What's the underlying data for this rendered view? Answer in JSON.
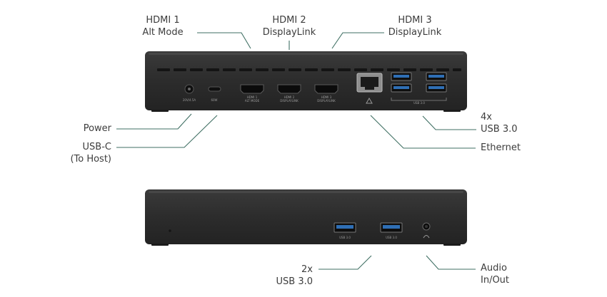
{
  "labels": {
    "hdmi1": {
      "line1": "HDMI 1",
      "line2": "Alt Mode"
    },
    "hdmi2": {
      "line1": "HDMI 2",
      "line2": "DisplayLink"
    },
    "hdmi3": {
      "line1": "HDMI 3",
      "line2": "DisplayLink"
    },
    "power": "Power",
    "usbc": {
      "line1": "USB-C",
      "line2": "(To Host)"
    },
    "usb3_rear": {
      "line1": "4x",
      "line2": "USB 3.0"
    },
    "ethernet": "Ethernet",
    "usb3_front": {
      "line1": "2x",
      "line2": "USB 3.0"
    },
    "audio": {
      "line1": "Audio",
      "line2": "In/Out"
    }
  },
  "port_print": {
    "dc": "20V/4.5A",
    "usbc": "60W",
    "hdmi1": "HDMI 1",
    "hdmi1_sub": "ALT MODE",
    "hdmi2": "HDMI 2",
    "hdmi2_sub": "DISPLAYLINK",
    "hdmi3": "HDMI 3",
    "hdmi3_sub": "DISPLAYLINK",
    "usb_group": "USB 3.0",
    "usb_front": "USB 3.0"
  },
  "colors": {
    "dock_body": "#2b2b2b",
    "usb_blue": "#2f6fb5",
    "callout_line": "#3f6f63"
  }
}
